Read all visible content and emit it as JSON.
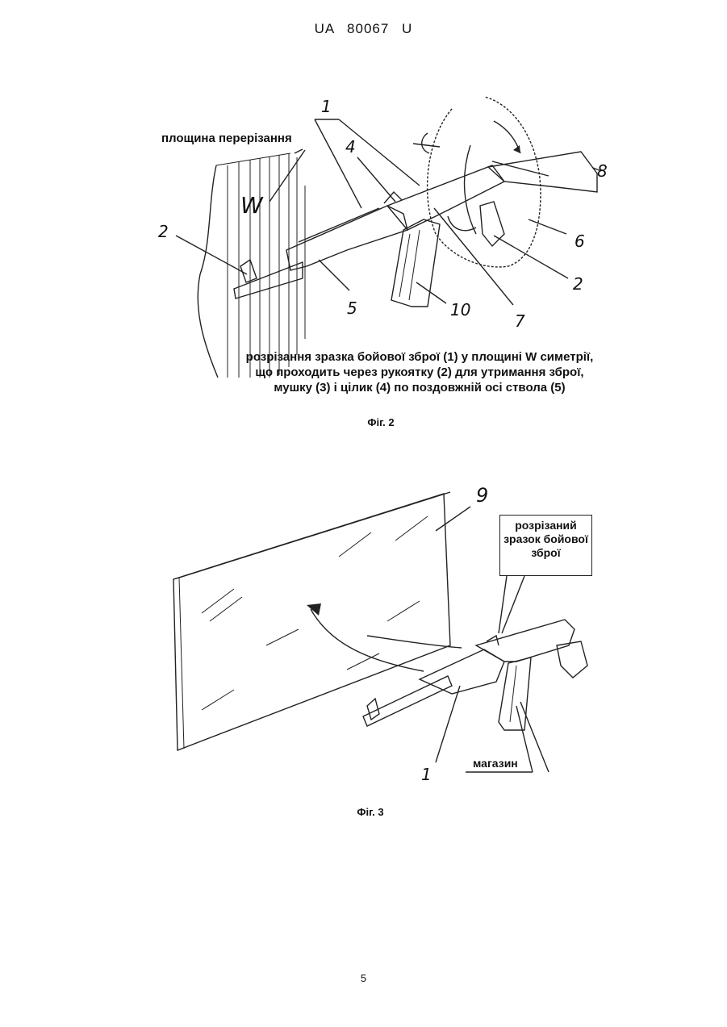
{
  "header": {
    "doc_id": "UA  80067  U"
  },
  "figure2": {
    "plane_label": "площина перерізання",
    "w_label": "W",
    "numbers": [
      "1",
      "4",
      "8",
      "2",
      "6",
      "2",
      "5",
      "10",
      "7"
    ],
    "caption_line1": "розрізання зразка бойової зброї (1) у площині W симетрії,",
    "caption_line2": "що проходить через рукоятку (2) для утримання зброї,",
    "caption_line3": "мушку (3) і цілик (4) по поздовжній осі ствола (5)",
    "fig_label": "Фіг. 2"
  },
  "figure3": {
    "number_9": "9",
    "box_label": "розрізаний зразок бойової зброї",
    "magazine_label": "магазин",
    "number_1": "1",
    "fig_label": "Фіг. 3"
  },
  "footer": {
    "page_number": "5"
  }
}
